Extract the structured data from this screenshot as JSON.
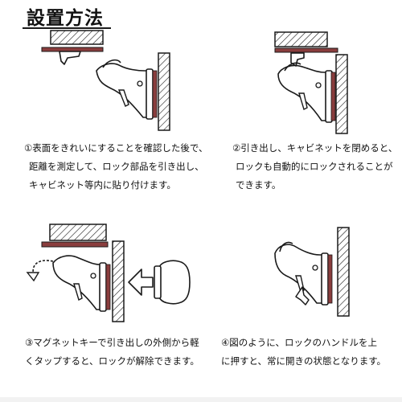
{
  "title": "設置方法",
  "colors": {
    "ink": "#1a1a1a",
    "magnet": "#8a3d3d",
    "hatch": "#1a1a1a",
    "background": "#ffffff"
  },
  "steps": [
    {
      "lines": [
        "①表面をきれいにすることを確認した後で、",
        "距離を測定して、ロック部品を引き出し、",
        "キャビネット等内に貼り付けます。"
      ]
    },
    {
      "lines": [
        "②引き出し、キャビネットを閉めると、",
        "ロックも自動的にロックされることが",
        "できます。"
      ]
    },
    {
      "lines": [
        "③マグネットキーで引き出しの外側から軽",
        "くタップすると、ロックが解除できます。"
      ]
    },
    {
      "lines": [
        "④図のように、ロックのハンドルを上",
        "に押すと、常に開きの状態となります。"
      ]
    }
  ]
}
